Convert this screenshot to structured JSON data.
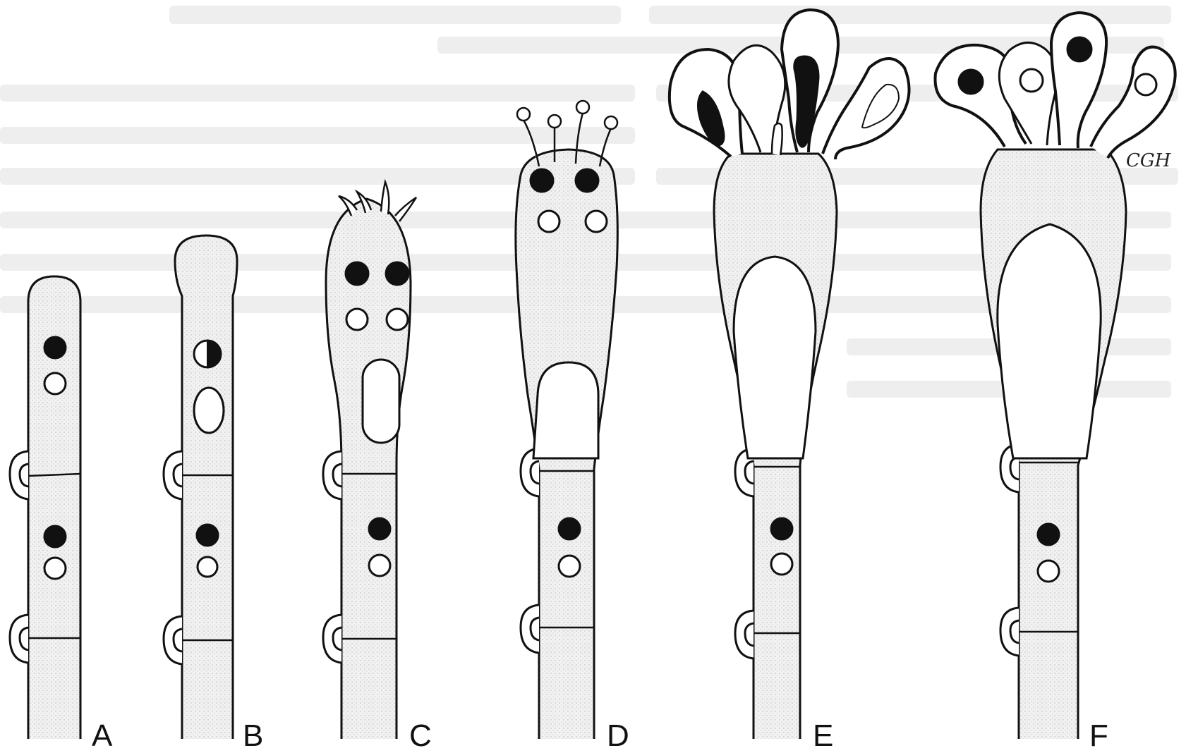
{
  "figure": {
    "stages": [
      {
        "id": "A",
        "label": "A"
      },
      {
        "id": "B",
        "label": "B"
      },
      {
        "id": "C",
        "label": "C"
      },
      {
        "id": "D",
        "label": "D"
      },
      {
        "id": "E",
        "label": "E"
      },
      {
        "id": "F",
        "label": "F"
      }
    ],
    "signature": "CGH",
    "colors": {
      "outline": "#111111",
      "cytoplasm": "#ececec",
      "background_text": "#ebebeb",
      "nucleus_dark": "#111111",
      "nucleus_light": "#ffffff"
    }
  }
}
